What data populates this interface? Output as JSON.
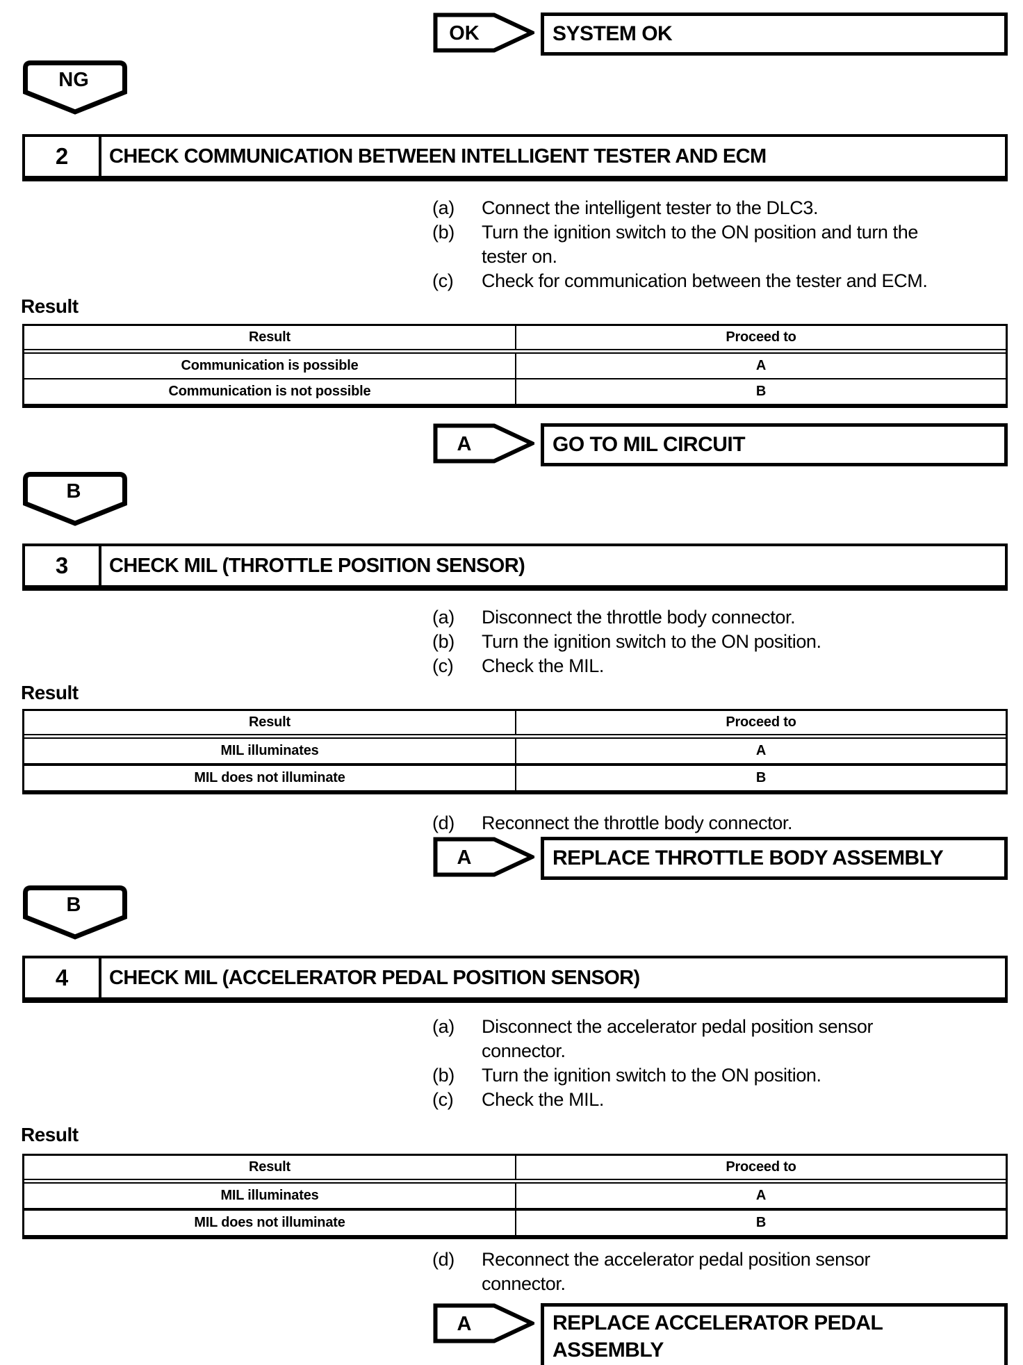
{
  "page": {
    "background": "#ffffff",
    "ink": "#000000"
  },
  "blocks": [
    {
      "type": "arrowRow",
      "tag": "OK",
      "box_lines": [
        "SYSTEM OK"
      ]
    },
    {
      "type": "pentagon",
      "label": "NG"
    },
    {
      "type": "stepHeader",
      "num": "2",
      "title": "CHECK COMMUNICATION BETWEEN INTELLIGENT TESTER AND ECM"
    },
    {
      "type": "instructions",
      "items": [
        {
          "label": "(a)",
          "lines": [
            "Connect the intelligent tester to the DLC3."
          ]
        },
        {
          "label": "(b)",
          "lines": [
            "Turn the ignition switch to the ON position and turn the",
            "tester on."
          ]
        },
        {
          "label": "(c)",
          "lines": [
            "Check for communication between the tester and ECM."
          ]
        }
      ]
    },
    {
      "type": "resultLabel",
      "text": "Result"
    },
    {
      "type": "table",
      "headers": [
        "Result",
        "Proceed to"
      ],
      "thick_row_sep": false,
      "rows": [
        [
          "Communication is possible",
          "A"
        ],
        [
          "Communication is not possible",
          "B"
        ]
      ]
    },
    {
      "type": "arrowRow",
      "tag": "A",
      "box_lines": [
        "GO TO MIL CIRCUIT"
      ]
    },
    {
      "type": "pentagon",
      "label": "B"
    },
    {
      "type": "stepHeader",
      "num": "3",
      "title": "CHECK MIL (THROTTLE POSITION SENSOR)"
    },
    {
      "type": "instructions",
      "items": [
        {
          "label": "(a)",
          "lines": [
            "Disconnect the throttle body connector."
          ]
        },
        {
          "label": "(b)",
          "lines": [
            "Turn the ignition switch to the ON position."
          ]
        },
        {
          "label": "(c)",
          "lines": [
            "Check the MIL."
          ]
        }
      ]
    },
    {
      "type": "resultLabel",
      "text": "Result"
    },
    {
      "type": "table",
      "headers": [
        "Result",
        "Proceed to"
      ],
      "thick_row_sep": true,
      "rows": [
        [
          "MIL illuminates",
          "A"
        ],
        [
          "MIL does not illuminate",
          "B"
        ]
      ]
    },
    {
      "type": "instructions",
      "items": [
        {
          "label": "(d)",
          "lines": [
            "Reconnect the throttle body connector."
          ]
        }
      ]
    },
    {
      "type": "arrowRow",
      "tag": "A",
      "box_lines": [
        "REPLACE THROTTLE BODY ASSEMBLY"
      ]
    },
    {
      "type": "pentagon",
      "label": "B"
    },
    {
      "type": "stepHeader",
      "num": "4",
      "title": "CHECK MIL (ACCELERATOR PEDAL POSITION SENSOR)"
    },
    {
      "type": "instructions",
      "items": [
        {
          "label": "(a)",
          "lines": [
            "Disconnect the accelerator pedal position sensor",
            "connector."
          ]
        },
        {
          "label": "(b)",
          "lines": [
            "Turn the ignition switch to the ON position."
          ]
        },
        {
          "label": "(c)",
          "lines": [
            "Check the MIL."
          ]
        }
      ]
    },
    {
      "type": "resultLabel",
      "text": "Result"
    },
    {
      "type": "table",
      "headers": [
        "Result",
        "Proceed to"
      ],
      "thick_row_sep": true,
      "rows": [
        [
          "MIL illuminates",
          "A"
        ],
        [
          "MIL does not illuminate",
          "B"
        ]
      ]
    },
    {
      "type": "instructions",
      "items": [
        {
          "label": "(d)",
          "lines": [
            "Reconnect the accelerator pedal position sensor",
            "connector."
          ]
        }
      ]
    },
    {
      "type": "arrowRow",
      "tag": "A",
      "box_lines": [
        "REPLACE ACCELERATOR PEDAL",
        "ASSEMBLY"
      ]
    }
  ]
}
